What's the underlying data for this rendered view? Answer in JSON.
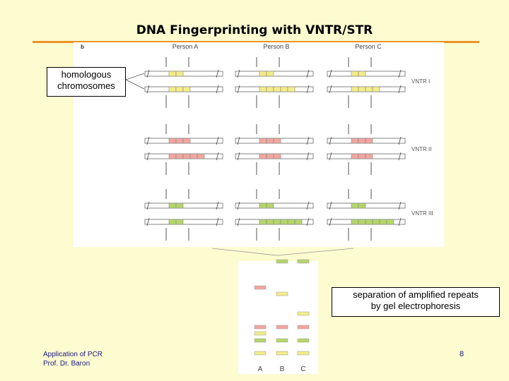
{
  "slide": {
    "title": "DNA Fingerprinting with VNTR/STR",
    "footer_line1": "Application of PCR",
    "footer_line2": "Prof. Dr. Baron",
    "page_number": "8"
  },
  "figure": {
    "panel_label": "b",
    "persons": [
      "Person A",
      "Person B",
      "Person C"
    ],
    "loci": [
      "VNTR I",
      "VNTR II",
      "VNTR III"
    ],
    "lanes": [
      "A",
      "B",
      "C"
    ],
    "colors": {
      "yellow": "#f2ec8a",
      "pink": "#f2a6a0",
      "green": "#b4d66a"
    },
    "repeats": [
      [
        [
          2,
          3
        ],
        [
          3,
          5
        ],
        [
          2,
          2
        ]
      ],
      [
        [
          2,
          5
        ],
        [
          3,
          3
        ],
        [
          2,
          6
        ]
      ],
      [
        [
          2,
          4
        ],
        [
          3,
          3
        ],
        [
          2,
          6
        ]
      ]
    ]
  },
  "callouts": {
    "chromosomes_line1": "homologous",
    "chromosomes_line2": "chromosomes",
    "gel_line1": "separation of amplified repeats",
    "gel_line2": "by gel electrophoresis"
  }
}
